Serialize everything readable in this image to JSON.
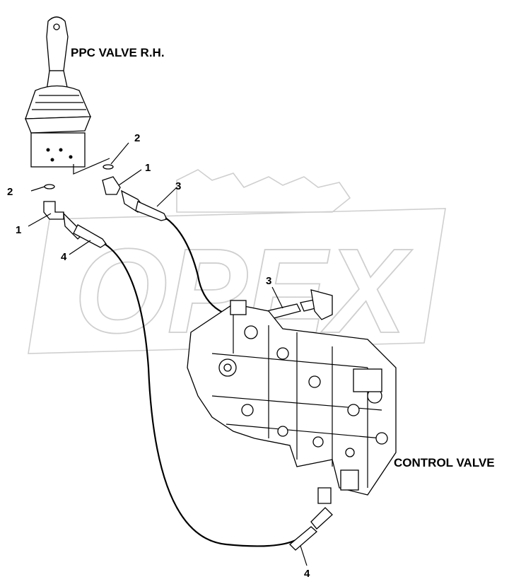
{
  "watermark": {
    "text": "OPEX"
  },
  "labels": {
    "ppc_valve": "PPC VALVE R.H.",
    "control_valve": "CONTROL VALVE"
  },
  "callouts": {
    "c2_left": "2",
    "c1_left": "1",
    "c4_left": "4",
    "c2_right": "2",
    "c1_right": "1",
    "c3_top": "3",
    "c3_middle": "3",
    "c4_bottom": "4"
  }
}
